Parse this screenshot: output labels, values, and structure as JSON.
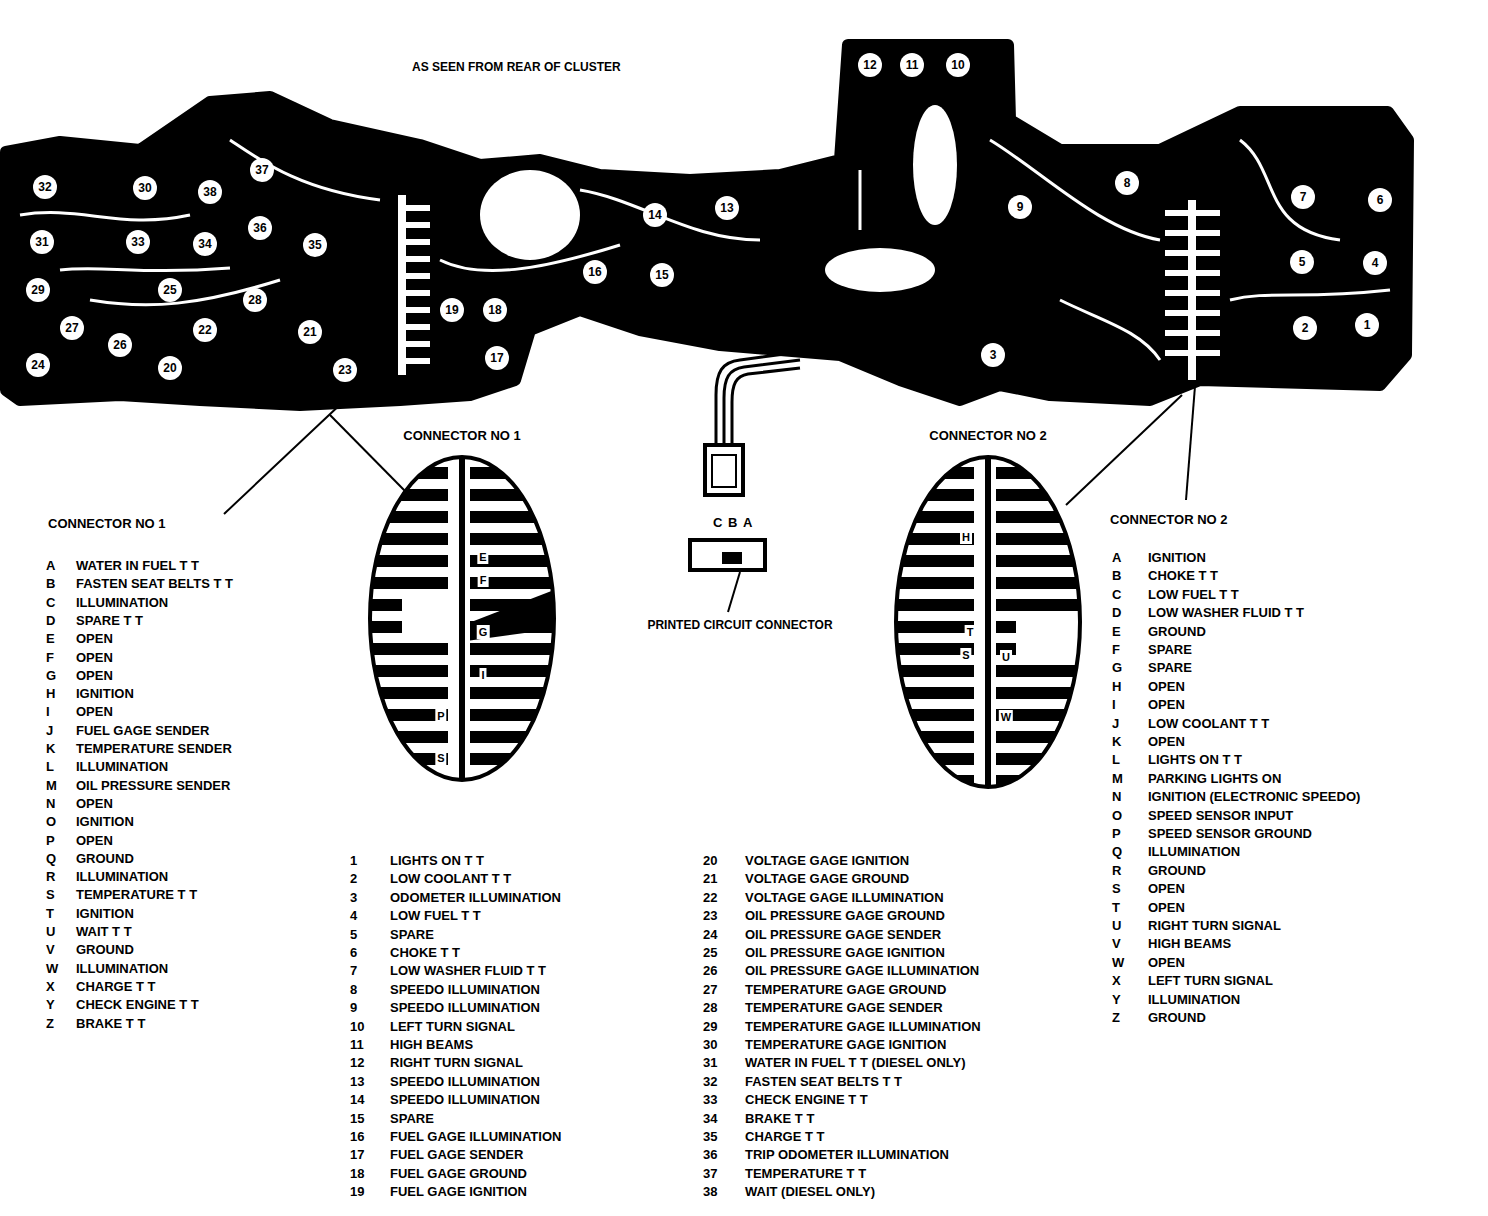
{
  "diagram": {
    "title": "AS SEEN FROM REAR OF CLUSTER",
    "nodes": [
      {
        "text": [
          "CONNECTOR NO 1"
        ]
      },
      {
        "text": [
          "CONNECTOR NO 2"
        ]
      }
    ],
    "labels": [
      "CONNECTOR NO 1",
      "A",
      "WATER IN FUEL T T",
      "B",
      "FASTEN SEAT BELTS T T",
      "C",
      "ILLUMINATION",
      "D",
      "SPARE T T",
      "E",
      "OPEN",
      "F",
      "OPEN",
      "G",
      "OPEN",
      "H",
      "IGNITION",
      "I",
      "OPEN",
      "J",
      "FUEL GAGE SENDER",
      "K",
      "TEMPERATURE SENDER",
      "L",
      "ILLUMINATION",
      "M",
      "OIL PRESSURE SENDER",
      "N",
      "OPEN",
      "O",
      "IGNITION",
      "P",
      "OPEN",
      "Q",
      "GROUND",
      "R",
      "ILLUMINATION",
      "S",
      "TEMPERATURE T T",
      "T",
      "IGNITION",
      "U",
      "WAIT T T",
      "V",
      "GROUND",
      "W",
      "ILLUMINATION",
      "X",
      "CHARGE T T",
      "Y",
      "CHECK ENGINE T T",
      "Z",
      "BRAKE T T",
      "CONNECTOR NO 2",
      "A",
      "IGNITION",
      "B",
      "CHOKE T T",
      "C",
      "LOW FUEL T T",
      "D",
      "LOW WASHER FLUID T T",
      "E",
      "GROUND",
      "F",
      "SPARE",
      "G",
      "SPARE",
      "H",
      "OPEN",
      "I",
      "OPEN",
      "J",
      "LOW COOLANT T T",
      "K",
      "OPEN",
      "L",
      "LIGHTS ON T T",
      "M",
      "PARKING LIGHTS ON",
      "N",
      "IGNITION (ELECTRONIC SPEEDO)",
      "O",
      "SPEED SENSOR INPUT",
      "P",
      "SPEED SENSOR GROUND",
      "Q",
      "ILLUMINATION",
      "R",
      "GROUND",
      "S",
      "OPEN",
      "T",
      "OPEN",
      "U",
      "RIGHT TURN SIGNAL",
      "V",
      "HIGH BEAMS",
      "W",
      "OPEN",
      "X",
      "LEFT TURN SIGNAL",
      "Y",
      "ILLUMINATION",
      "Z",
      "GROUND",
      "1",
      "LIGHTS ON T T",
      "2",
      "LOW COOLANT T T",
      "3",
      "ODOMETER ILLUMINATION",
      "4",
      "LOW FUEL T T",
      "5",
      "SPARE",
      "6",
      "CHOKE T T",
      "7",
      "LOW WASHER FLUID T T",
      "8",
      "SPEEDO ILLUMINATION",
      "9",
      "SPEEDO ILLUMINATION",
      "10",
      "LEFT TURN SIGNAL",
      "11",
      "HIGH BEAMS",
      "12",
      "RIGHT TURN SIGNAL",
      "13",
      "SPEEDO ILLUMINATION",
      "14",
      "SPEEDO ILLUMINATION",
      "15",
      "SPARE",
      "16",
      "FUEL GAGE ILLUMINATION",
      "17",
      "FUEL GAGE SENDER",
      "18",
      "FUEL GAGE GROUND",
      "19",
      "FUEL GAGE IGNITION",
      "20",
      "VOLTAGE GAGE IGNITION",
      "21",
      "VOLTAGE GAGE GROUND",
      "22",
      "VOLTAGE GAGE ILLUMINATION",
      "23",
      "OIL PRESSURE GAGE GROUND",
      "24",
      "OIL PRESSURE GAGE SENDER",
      "25",
      "OIL PRESSURE GAGE IGNITION",
      "26",
      "OIL PRESSURE GAGE ILLUMINATION",
      "27",
      "TEMPERATURE GAGE GROUND",
      "28",
      "TEMPERATURE GAGE SENDER",
      "29",
      "TEMPERATURE GAGE ILLUMINATION",
      "30",
      "TEMPERATURE GAGE IGNITION",
      "31",
      "WATER IN FUEL T T (DIESEL ONLY)",
      "32",
      "FASTEN SEAT BELTS T T",
      "33",
      "CHECK ENGINE T T",
      "34",
      "BRAKE T T",
      "35",
      "CHARGE T T",
      "36",
      "TRIP ODOMETER ILLUMINATION",
      "37",
      "TEMPERATURE T T",
      "38",
      "WAIT (DIESEL ONLY)",
      "1",
      "2",
      "3",
      "4",
      "5",
      "6",
      "7",
      "8",
      "9",
      "10",
      "11",
      "12",
      "13",
      "14",
      "15",
      "16",
      "17",
      "18",
      "19",
      "20",
      "21",
      "22",
      "23",
      "24",
      "25",
      "26",
      "27",
      "28",
      "29",
      "30",
      "31",
      "32",
      "33",
      "34",
      "35",
      "36",
      "37",
      "38",
      "C",
      "B",
      "A",
      "PRINTED CIRCUIT CONNECTOR",
      "E",
      "F",
      "G",
      "I",
      "P",
      "S",
      "H",
      "T",
      "S",
      "U",
      "W"
    ]
  }
}
